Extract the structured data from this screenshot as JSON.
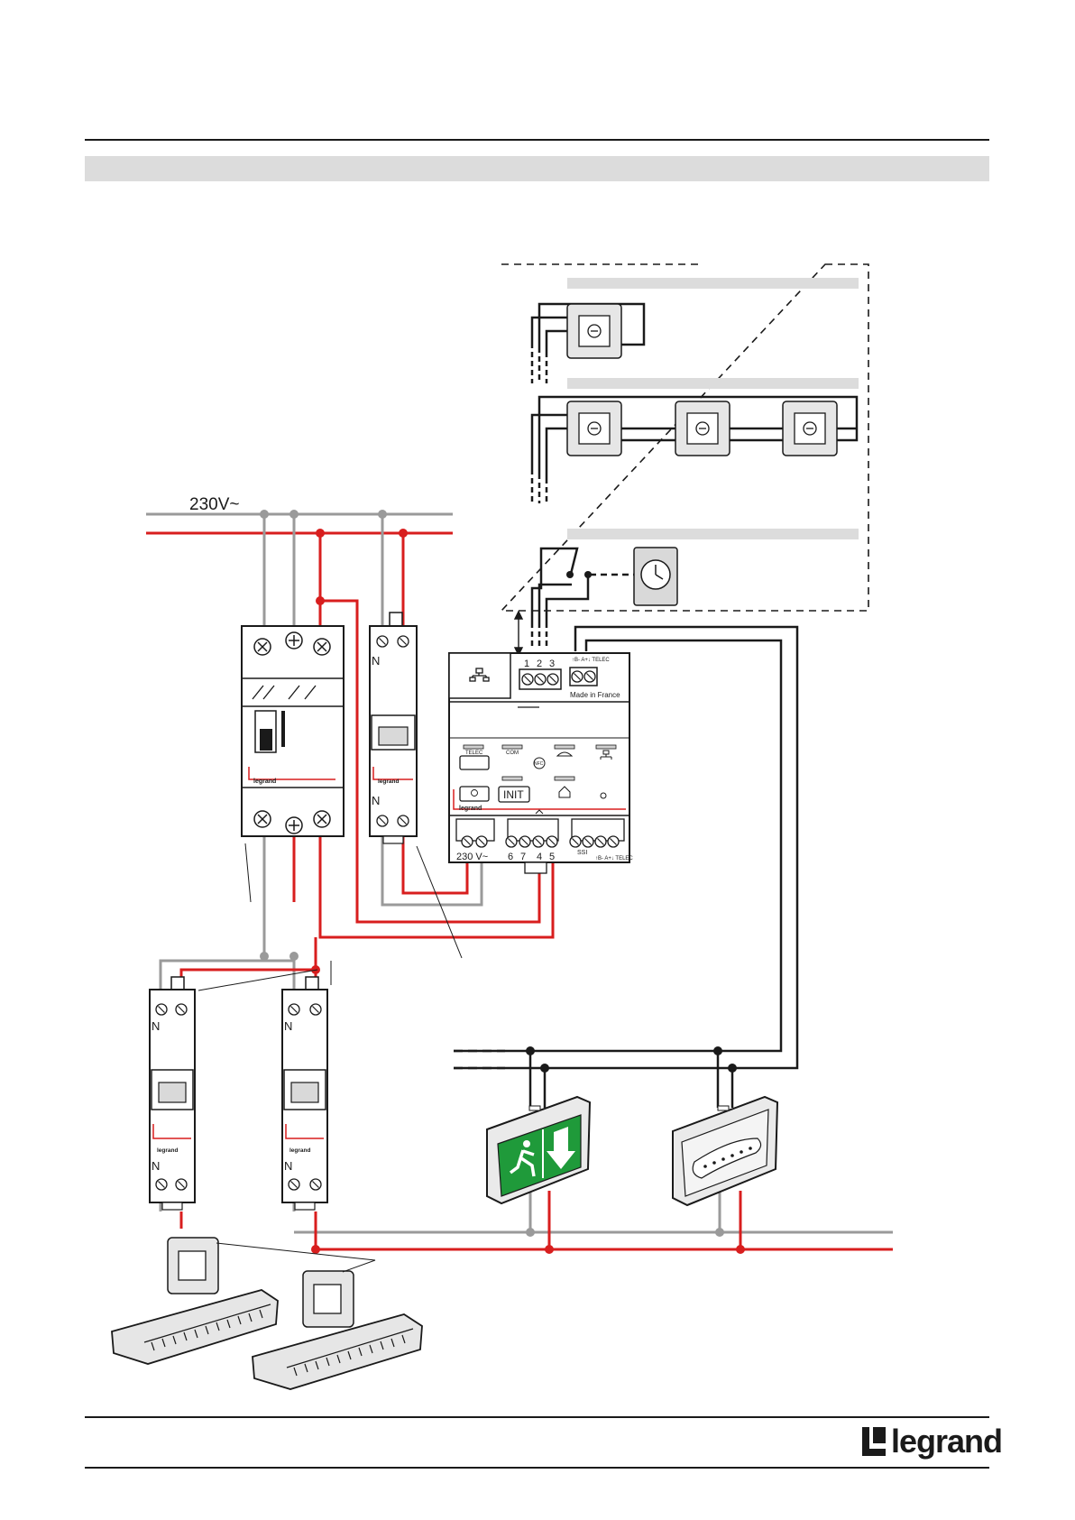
{
  "supply_label": "230V~",
  "colors": {
    "phase": "#d81e1e",
    "neutral": "#9a9a9a",
    "bus": "#1a1a1a",
    "exit_sign": "#1f9a3a"
  },
  "central_unit": {
    "terminals_top": [
      "1",
      "2",
      "3"
    ],
    "telec_top": "↑B- A+↓ TELEC",
    "made_in": "Made in France",
    "buttons": {
      "telec": "TELEC",
      "com": "COM",
      "nfc": "NFC",
      "init": "INIT"
    },
    "terminals_bottom": {
      "power": "230 V~",
      "t6": "6",
      "t7": "7",
      "t4": "4",
      "t5": "5",
      "ssi": "SSI",
      "telec": "↑B- A+↓ TELEC"
    },
    "brand": "legrand"
  },
  "breaker_marks": {
    "neutral": "N",
    "brand": "legrand"
  },
  "footer_brand": "legrand",
  "icons": [
    "clock-icon",
    "exit-sign-icon",
    "network-icon",
    "cloud-icon",
    "home-icon",
    "light-icon"
  ]
}
